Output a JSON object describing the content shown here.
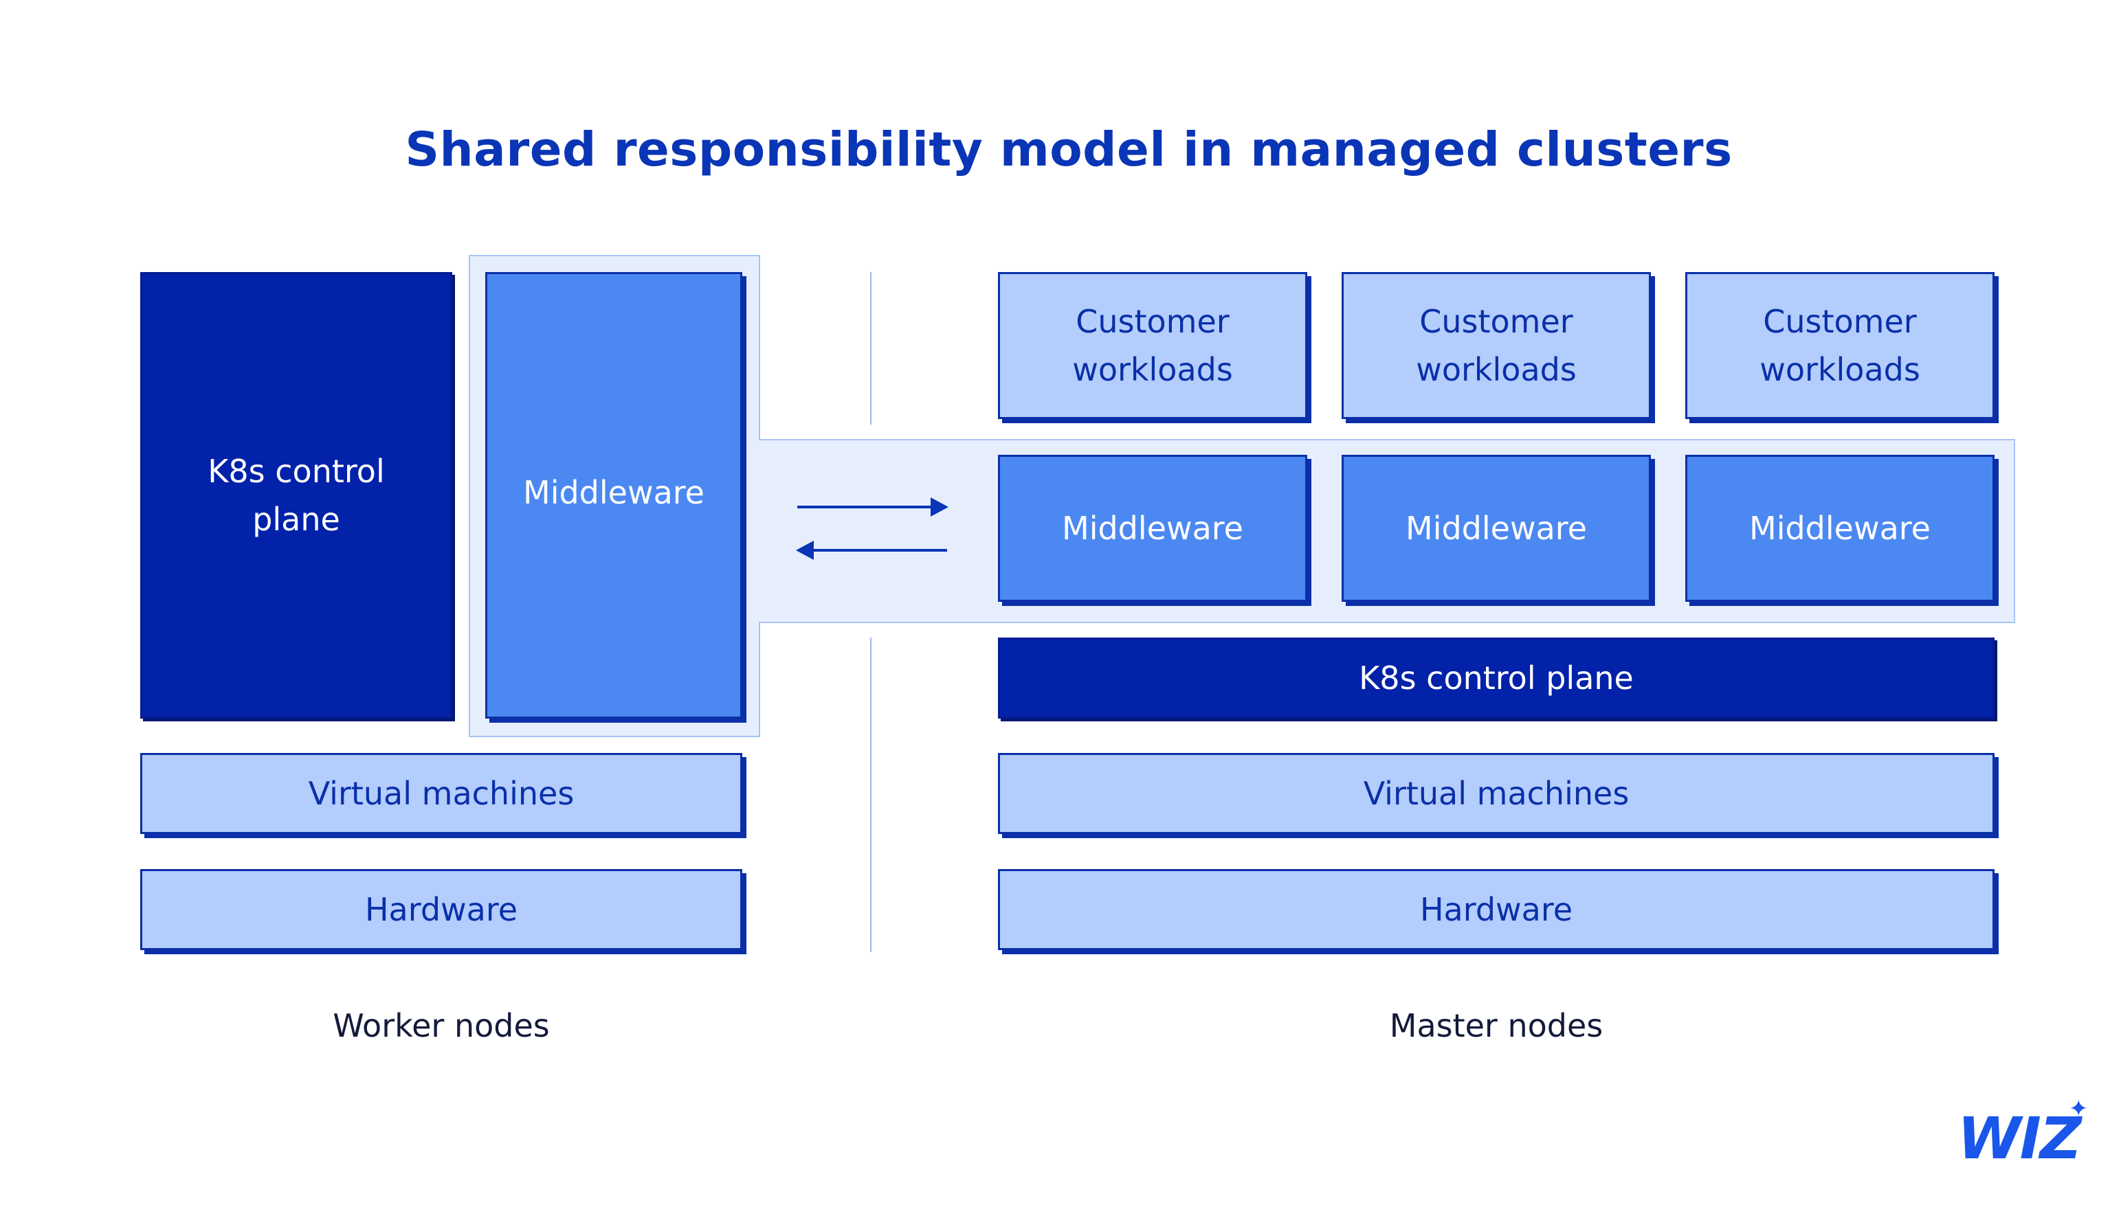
{
  "title": "Shared responsibility model in managed clusters",
  "worker": {
    "control_plane": "K8s control plane",
    "middleware": "Middleware",
    "virtual_machines": "Virtual machines",
    "hardware": "Hardware",
    "caption": "Worker nodes"
  },
  "master": {
    "workloads": [
      "Customer workloads",
      "Customer workloads",
      "Customer workloads"
    ],
    "middleware": [
      "Middleware",
      "Middleware",
      "Middleware"
    ],
    "control_plane": "K8s control plane",
    "virtual_machines": "Virtual machines",
    "hardware": "Hardware",
    "caption": "Master nodes"
  },
  "brand": {
    "logo": "WIZ",
    "color": "#1a56ea"
  },
  "colors": {
    "title": "#0a35b6",
    "dark": "#0322aa",
    "mid": "#4b88f2",
    "light": "#b3cdfc",
    "halo": "#e6eefd"
  }
}
